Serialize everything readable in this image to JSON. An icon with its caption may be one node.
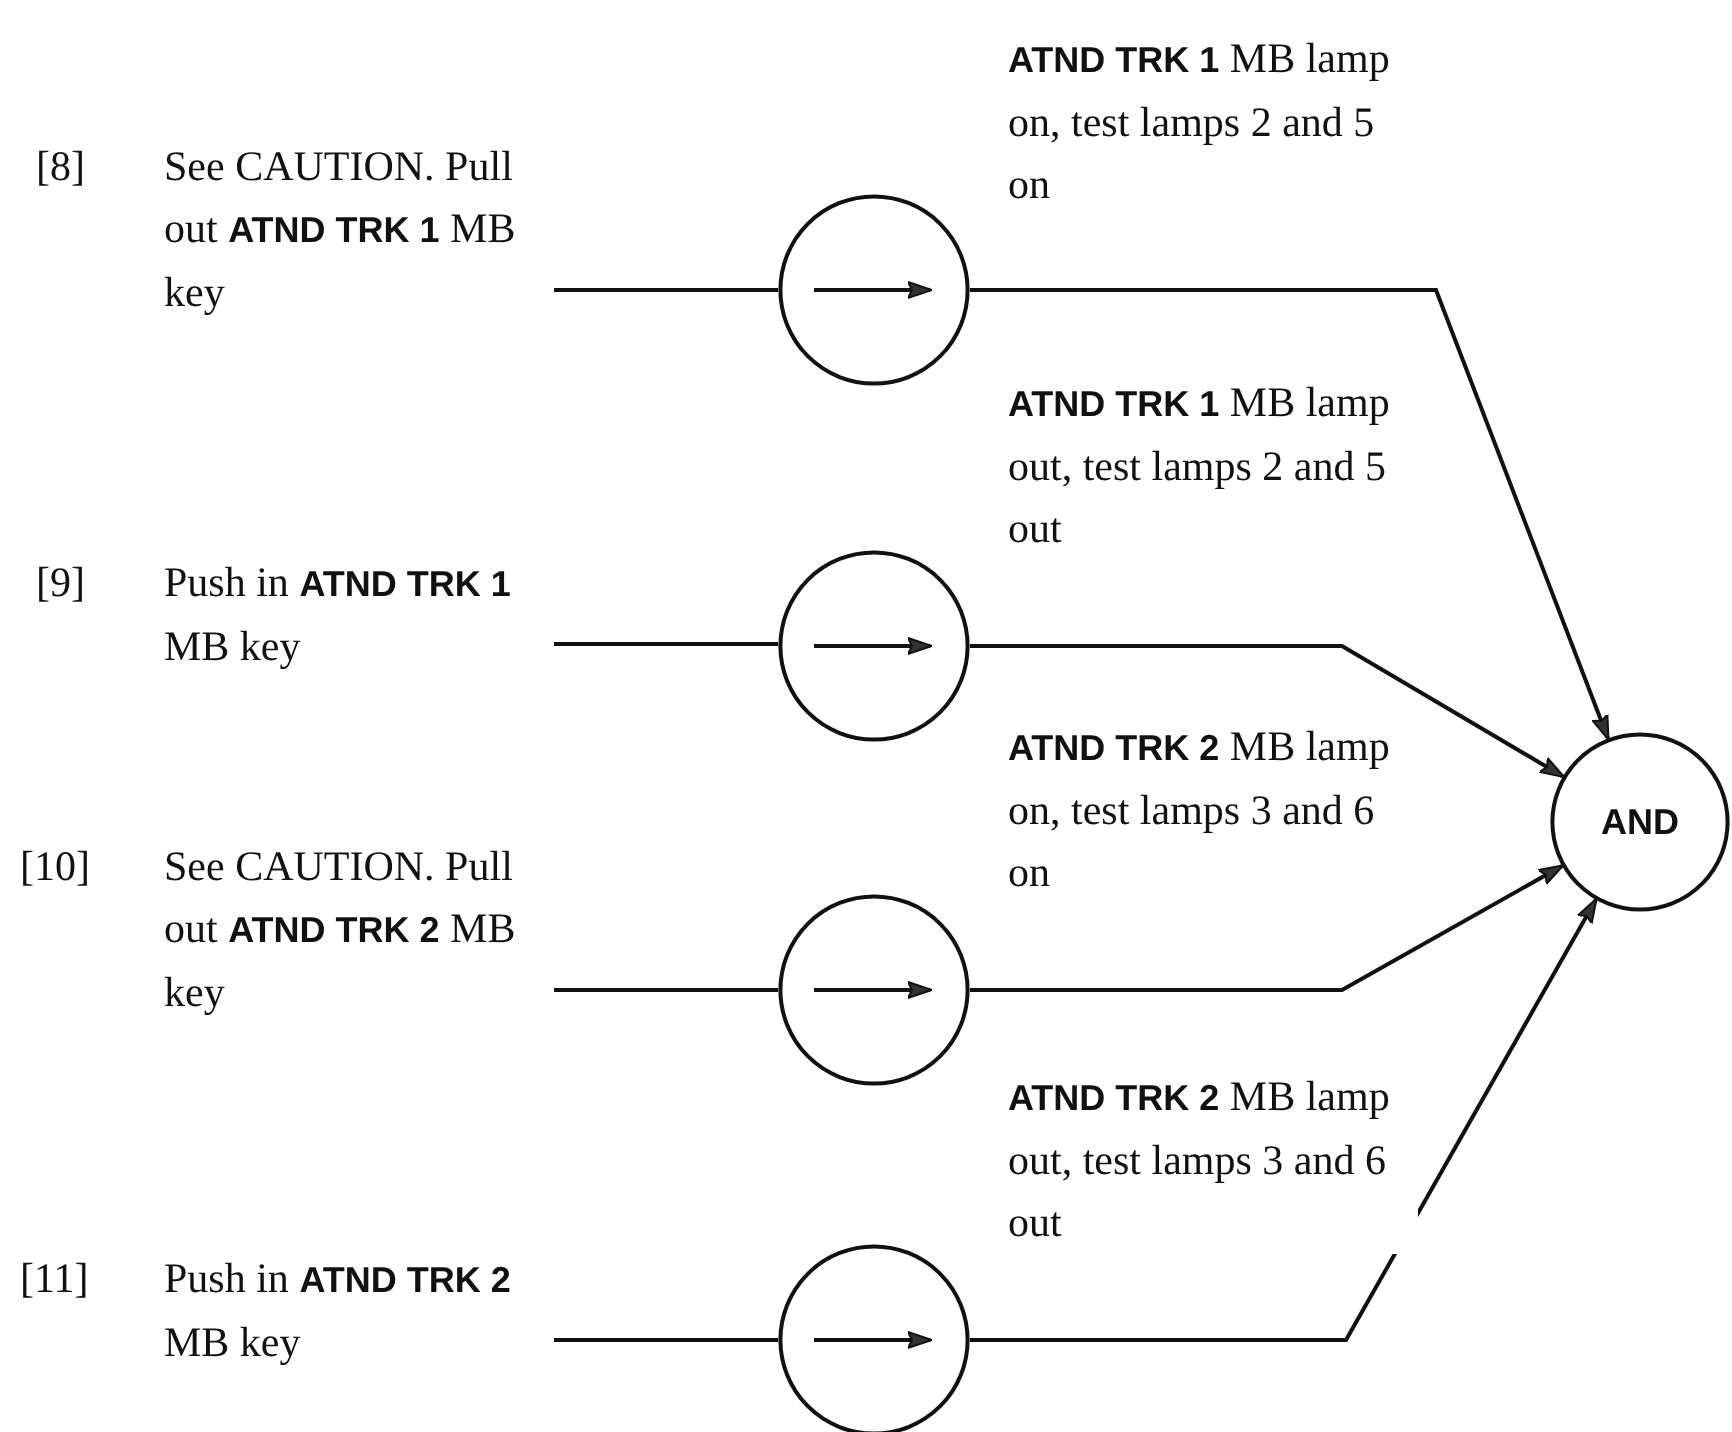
{
  "diagram": {
    "nodes": [
      {
        "text": [
          "[8]",
          "See CAUTION. Pull out **ATND TRK 1** MB key"
        ]
      },
      {
        "text": [
          "[9]",
          "Push in **ATND TRK 1** MB key"
        ]
      },
      {
        "text": [
          "[10]",
          "See CAUTION. Pull out **ATND TRK 2** MB key"
        ]
      },
      {
        "text": [
          "[11]",
          "Push in **ATND TRK 2** MB key"
        ]
      },
      {
        "text": [],
        "shape": "circle"
      },
      {
        "text": [],
        "shape": "circle"
      },
      {
        "text": [],
        "shape": "circle"
      },
      {
        "text": [],
        "shape": "circle"
      },
      {
        "text": [
          "AND"
        ]
      }
    ],
    "edges": [
      {
        "from": 0,
        "to": 4,
        "arrow": "none"
      },
      {
        "from": 1,
        "to": 5,
        "arrow": "none"
      },
      {
        "from": 2,
        "to": 6,
        "arrow": "none"
      },
      {
        "from": 3,
        "to": 7,
        "arrow": "none"
      },
      {
        "from": 4,
        "to": 8,
        "arrow": "to",
        "label": "**ATND TRK 1** MB lamp on, test lamps 2 and 5 on"
      },
      {
        "from": 5,
        "to": 8,
        "arrow": "to",
        "label": "**ATND TRK 1** MB lamp out, test lamps 2 and 5 out"
      },
      {
        "from": 6,
        "to": 8,
        "arrow": "to",
        "label": "**ATND TRK 2** MB lamp on, test lamps 3 and 6 on"
      },
      {
        "from": 7,
        "to": 8,
        "arrow": "to",
        "label": "**ATND TRK 2** MB lamp out, test lamps 3 and 6 out"
      }
    ]
  }
}
